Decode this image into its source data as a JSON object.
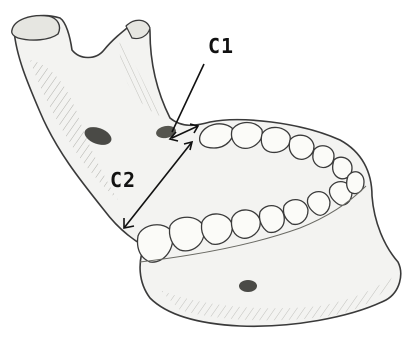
{
  "figure": {
    "subject": "mandible-illustration",
    "labels": {
      "c1": "C1",
      "c2": "C2"
    }
  },
  "colors": {
    "ink": "#111111",
    "bone_outline": "#3a3a3a",
    "bone_fill": "#f3f3f1",
    "bone_shade": "#cfcfca",
    "dark_shade": "#4a4a46",
    "tooth_fill": "#fbfbf8"
  }
}
